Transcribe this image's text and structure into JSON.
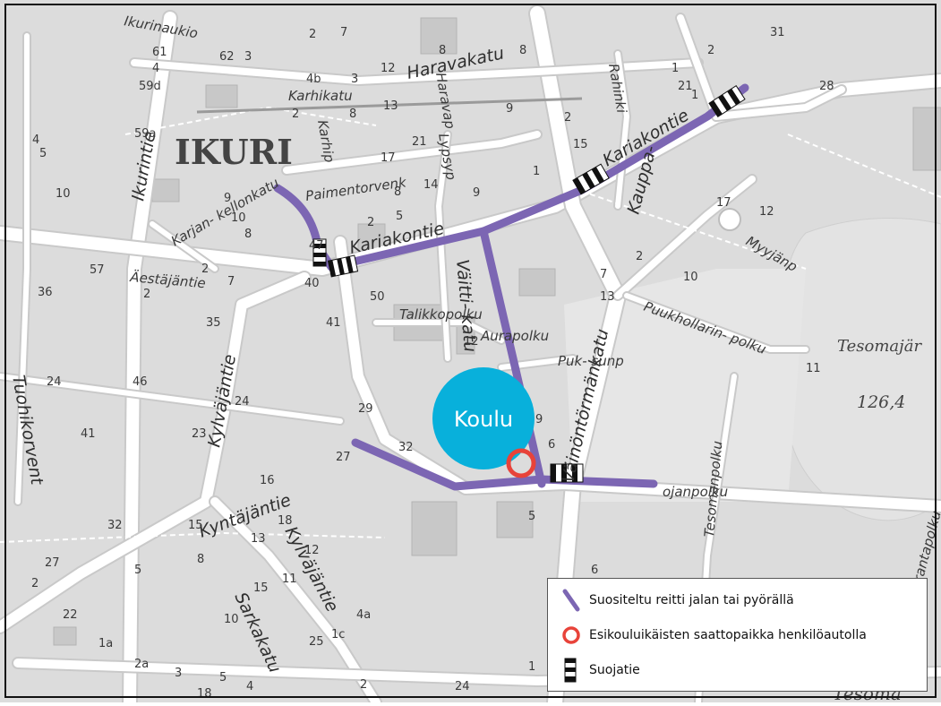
{
  "district": "IKURI",
  "school": {
    "label": "Koulu",
    "color": "#08b0db"
  },
  "route_color": "#7c66b3",
  "dropoff_color": "#e8433a",
  "streets": {
    "kariakontie_w": "Kariakontie",
    "kariakontie_e": "Kariakontie",
    "ikurintie": "Ikurintie",
    "aestajantie": "Äestäjäntie",
    "kyntajantie": "Kyntäjäntie",
    "kylvajantie_n": "Kylväjäntie",
    "kylvajantie_s": "Kylväjäntie",
    "vainontormankatu": "Väinöntörmänkatu",
    "puukhollarinpolku": "Puukhollarin- polku",
    "tesomanpolku": "Tesomanpolku",
    "haravakatu": "Haravakatu",
    "karhikatu": "Karhikatu",
    "paimentorvenk": "Paimentorvenk",
    "karjankellonkatu": "Karjan- kellonkatu",
    "talikkopolku": "Talikkopolku",
    "aurapolku": "Aurapolku",
    "pukusunp": "Puk- sunp",
    "sarkakatu": "Sarkakatu",
    "myyjanp": "Myyjänp",
    "kauppa": "Kauppa-",
    "rahinki": "Rahinki",
    "vaittikatu": "Väitti- katu",
    "ikurinaukio": "Ikurinaukio",
    "tuohikorvent": "Tuohikorvent",
    "lypsyp": "Lypsyp",
    "harava": "Haravap",
    "karhip": "Karhip",
    "ojanpolku": "ojanpolku",
    "tesomajarvi": "Tesomajär",
    "elevation": "126,4",
    "tesoma_bottom": "Tesoma",
    "rantapolku": "rantapolku"
  },
  "legend": {
    "route": "Suositeltu reitti jalan tai pyörällä",
    "dropoff": "Esikouluikäisten saattopaikka henkilöautolla",
    "crossing": "Suojatie"
  }
}
